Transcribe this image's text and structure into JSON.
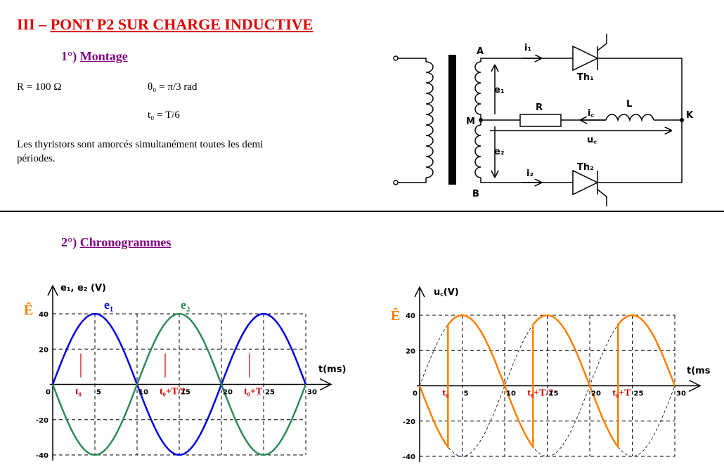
{
  "title": {
    "prefix": "III – ",
    "main": "PONT P2 SUR CHARGE INDUCTIVE"
  },
  "section1": {
    "num": "1°) ",
    "label": "Montage"
  },
  "section2": {
    "num": "2°) ",
    "label": "Chronogrammes"
  },
  "params": {
    "r": "R = 100 Ω",
    "theta": "θ₀ = π/3 rad",
    "t0": "t₀ = T/6"
  },
  "note": "Les thyristors sont amorcés simultanément toutes les demi périodes.",
  "circuit": {
    "A": "A",
    "B": "B",
    "M": "M",
    "K": "K",
    "i1": "i₁",
    "i2": "i₂",
    "ic": "i꜀",
    "e1": "e₁",
    "e2": "e₂",
    "R": "R",
    "L": "L",
    "Th1": "Th₁",
    "Th2": "Th₂",
    "uc": "u꜀"
  },
  "colors": {
    "e1": "#0000dd",
    "e2": "#2e8b57",
    "uc": "#ff7f00",
    "marker": "#cc0000",
    "Ehat": "#ff7f00"
  },
  "chart_data": [
    {
      "type": "line",
      "ylabel": "e₁, e₂ (V)",
      "xlabel": "t(ms)",
      "xlim": [
        0,
        30
      ],
      "ylim": [
        -40,
        40
      ],
      "x_ticks": [
        "0",
        "5",
        "10",
        "15",
        "20",
        "25",
        "30"
      ],
      "y_ticks": [
        "40",
        "20",
        "0",
        "-20",
        "-40"
      ],
      "grid": true,
      "amplitude_label": "Ê",
      "period_ms": 20,
      "series": [
        {
          "name": "e₁",
          "x": [
            0,
            5,
            10,
            15,
            20,
            25,
            30
          ],
          "values": [
            0,
            40,
            0,
            -40,
            0,
            40,
            0
          ]
        },
        {
          "name": "e₂",
          "x": [
            0,
            5,
            10,
            15,
            20,
            25,
            30
          ],
          "values": [
            0,
            -40,
            0,
            40,
            0,
            -40,
            0
          ]
        }
      ],
      "markers": [
        {
          "label": "t₀",
          "x": 3.33
        },
        {
          "label": "t₀+T/2",
          "x": 13.33
        },
        {
          "label": "t₀+T",
          "x": 23.33
        }
      ]
    },
    {
      "type": "line",
      "ylabel": "u꜀(V)",
      "xlabel": "t(ms",
      "xlim": [
        0,
        30
      ],
      "ylim": [
        -40,
        40
      ],
      "x_ticks": [
        "0",
        "5",
        "10",
        "15",
        "20",
        "25",
        "30"
      ],
      "y_ticks": [
        "40",
        "20",
        "0",
        "-20",
        "-40"
      ],
      "grid": true,
      "amplitude_label": "Ê",
      "series": [
        {
          "name": "",
          "x": [
            0,
            3.33,
            3.33,
            5,
            10,
            13.33,
            13.33,
            15,
            20,
            23.33,
            23.33,
            25,
            30
          ],
          "values": [
            0,
            -34.6,
            34.6,
            40,
            0,
            -34.6,
            34.6,
            40,
            0,
            -34.6,
            34.6,
            40,
            0
          ]
        }
      ],
      "markers": [
        {
          "label": "t₀",
          "x": 3.33
        },
        {
          "label": "t₀+T/2",
          "x": 13.33
        },
        {
          "label": "t₀+T",
          "x": 23.33
        }
      ]
    }
  ]
}
